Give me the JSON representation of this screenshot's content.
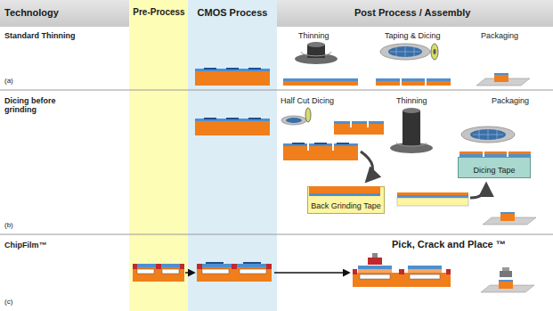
{
  "diagram": {
    "nodes": [
      {
        "text": [
          "Pre-Process"
        ]
      },
      {
        "text": [
          "CMOS Process"
        ]
      },
      {
        "text": [
          "Back Grinding Tape"
        ]
      },
      {
        "text": [
          "Dicing Tape"
        ]
      }
    ],
    "labels": [
      "Technology",
      "Post Process / Assembly",
      "Standard Thinning",
      "Thinning",
      "Taping & Dicing",
      "Packaging",
      "(a)",
      "Dicing before grinding",
      "Half Cut Dicing",
      "Thinning",
      "Packaging",
      "(b)",
      "ChipFilm™",
      "Pick, Crack and Place ™",
      "(c)"
    ]
  }
}
